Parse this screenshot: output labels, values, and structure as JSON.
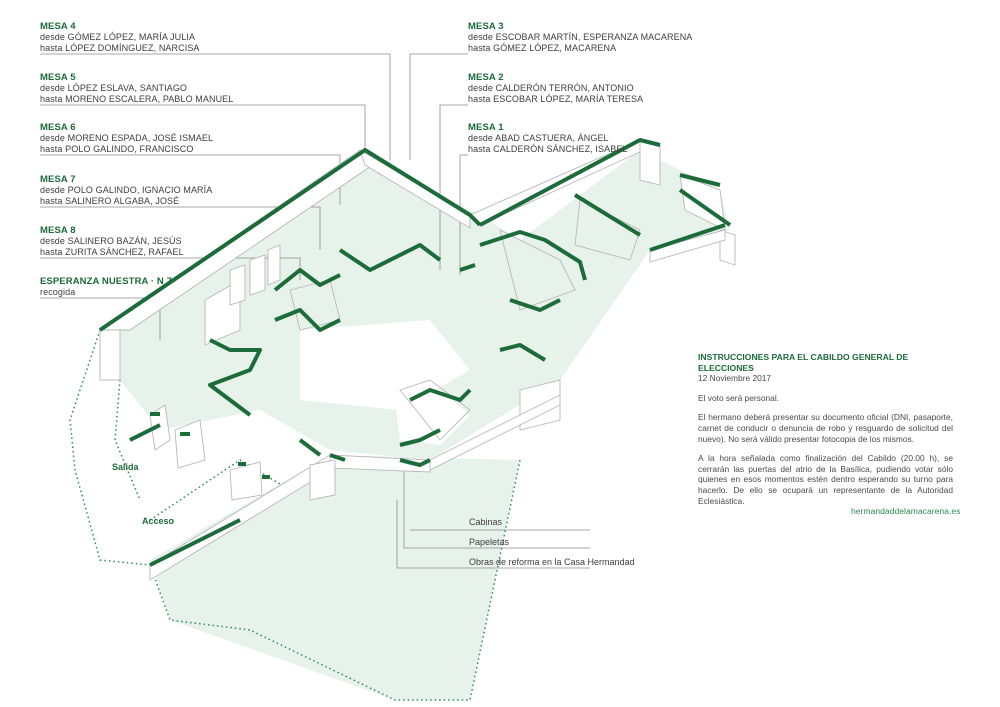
{
  "mesas": [
    {
      "title": "MESA 4",
      "from": "desde GÓMEZ LÓPEZ, MARÍA JULIA",
      "to": "hasta LÓPEZ DOMÍNGUEZ, NARCISA"
    },
    {
      "title": "MESA 5",
      "from": "desde LÓPEZ ESLAVA, SANTIAGO",
      "to": "hasta MORENO ESCALERA, PABLO MANUEL"
    },
    {
      "title": "MESA 6",
      "from": "desde MORENO ESPADA, JOSÉ ISMAEL",
      "to": "hasta POLO GALINDO, FRANCISCO"
    },
    {
      "title": "MESA 7",
      "from": "desde POLO GALINDO, IGNACIO MARÍA",
      "to": "hasta SALINERO ALGABA, JOSÉ"
    },
    {
      "title": "MESA 8",
      "from": "desde SALINERO BAZÁN, JESÚS",
      "to": "hasta ZURITA SÁNCHEZ, RAFAEL"
    },
    {
      "title": "ESPERANZA NUESTRA · N 7",
      "from": "recogida",
      "to": ""
    },
    {
      "title": "MESA 3",
      "from": "desde ESCOBAR MARTÍN, ESPERANZA MACARENA",
      "to": "hasta GÓMEZ LÓPEZ, MACARENA"
    },
    {
      "title": "MESA 2",
      "from": "desde CALDERÓN TERRÓN, ANTONIO",
      "to": "hasta ESCOBAR LÓPEZ, MARÍA TERESA"
    },
    {
      "title": "MESA 1",
      "from": "desde ABAD CASTUERA, ÁNGEL",
      "to": "hasta CALDERÓN SÁNCHEZ, ISABEL"
    }
  ],
  "legend": {
    "cabinas": "Cabinas",
    "papeletas": "Papeletas",
    "obras": "Obras de reforma en la Casa Hermandad"
  },
  "places": {
    "salida": "Salida",
    "acceso": "Acceso"
  },
  "instructions": {
    "title": "INSTRUCCIONES PARA EL CABILDO GENERAL DE ELECCIONES",
    "date": "12 Noviembre 2017",
    "p1": "El voto será personal.",
    "p2": "El hermano deberá presentar su documento oficial (DNI, pasaporte, carnet de conducir o denuncia de robo y resguardo de solicitud del nuevo). No será válido presentar fotocopia de los mismos.",
    "p3": "A la hora señalada como finalización del Cabildo (20.00 h), se cerrarán las puertas del atrio de la Basílica, pudiendo votar sólo quienes en esos momentos estén dentro esperando su turno para hacerlo. De ello se ocupará un representante de la Autoridad Eclesiástica."
  },
  "website": "hermandaddelamacarena.es",
  "colors": {
    "accent": "#1c6b3a",
    "fill": "#e6f1ea",
    "line": "#9a9a9a"
  }
}
